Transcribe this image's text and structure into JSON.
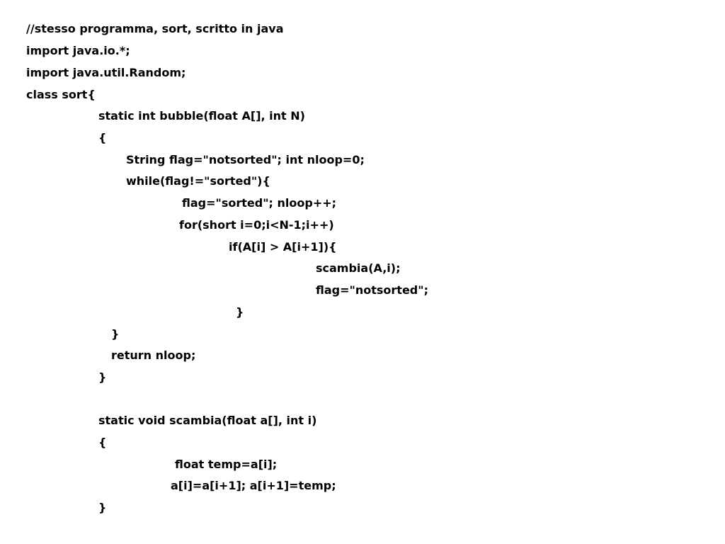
{
  "code_block": {
    "lines": [
      "//stesso programma, sort, scritto in java",
      "import java.io.*;",
      "import java.util.Random;",
      "class sort{",
      "static int bubble(float A[], int N)",
      "{",
      "String flag=\"notsorted\"; int nloop=0;",
      "while(flag!=\"sorted\"){",
      "flag=\"sorted\"; nloop++;",
      "for(short i=0;i<N-1;i++)",
      "if(A[i] > A[i+1]){",
      "scambia(A,i);",
      "flag=\"notsorted\";",
      "}",
      "}",
      "return nloop;",
      "}",
      "static void scambia(float a[], int i)",
      "{",
      "float temp=a[i];",
      "a[i]=a[i+1]; a[i+1]=temp;",
      "}"
    ]
  }
}
